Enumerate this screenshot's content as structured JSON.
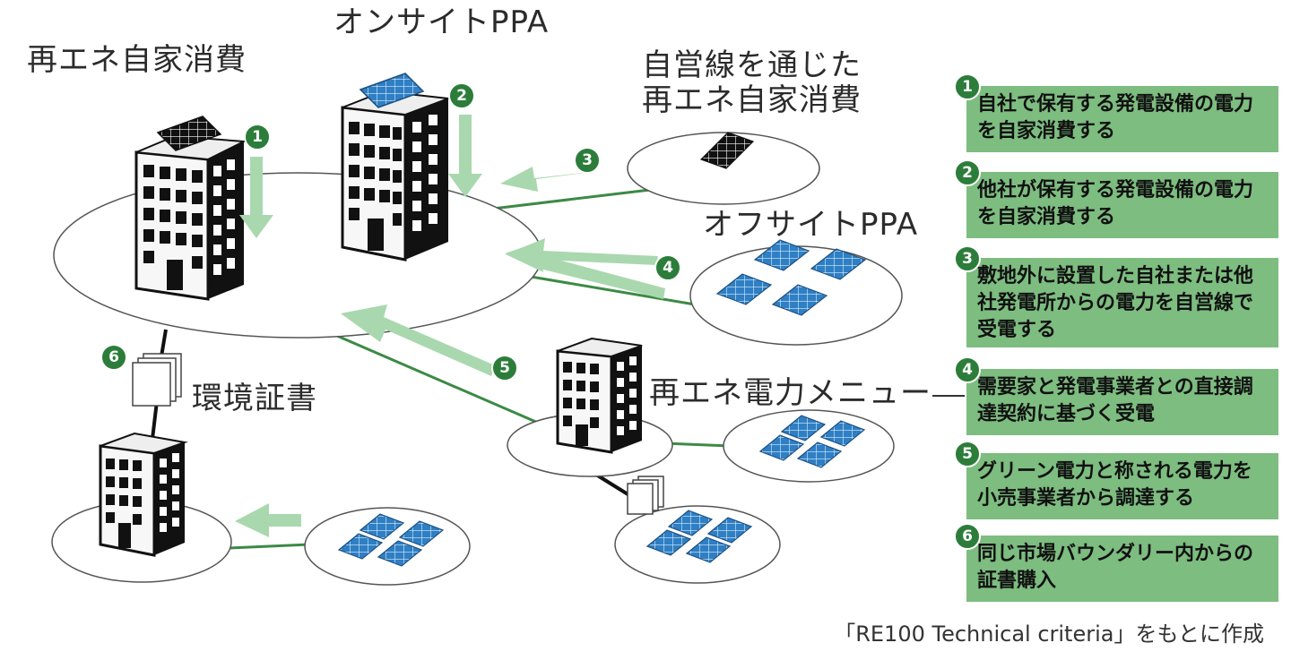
{
  "labels": {
    "self_consumption": "再エネ自家消費",
    "onsite_ppa": "オンサイトPPA",
    "private_line": "自営線を通じた\n再エネ自家消費",
    "offsite_ppa": "オフサイトPPA",
    "green_menu": "再エネ電力メニュー",
    "certificate": "環境証書"
  },
  "markers": [
    "1",
    "2",
    "3",
    "4",
    "5",
    "6"
  ],
  "cards": [
    {
      "num": "1",
      "text": "自社で保有する発電設備の電力を自家消費する"
    },
    {
      "num": "2",
      "text": "他社が保有する発電設備の電力を自家消費する"
    },
    {
      "num": "3",
      "text": "敷地外に設置した自社または他社発電所からの電力を自営線で受電する"
    },
    {
      "num": "4",
      "text": "需要家と発電事業者との直接調達契約に基づく受電"
    },
    {
      "num": "5",
      "text": "グリーン電力と称される電力を小売事業者から調達する"
    },
    {
      "num": "6",
      "text": "同じ市場バウンダリー内からの証書購入"
    }
  ],
  "source": "「RE100 Technical criteria」をもとに作成",
  "colors": {
    "card_bg": "#7dbd80",
    "badge": "#2c7d3a",
    "arrow": "#a9d8ae",
    "line": "#3c8a45",
    "panel_blue": "#2f7fc4"
  }
}
